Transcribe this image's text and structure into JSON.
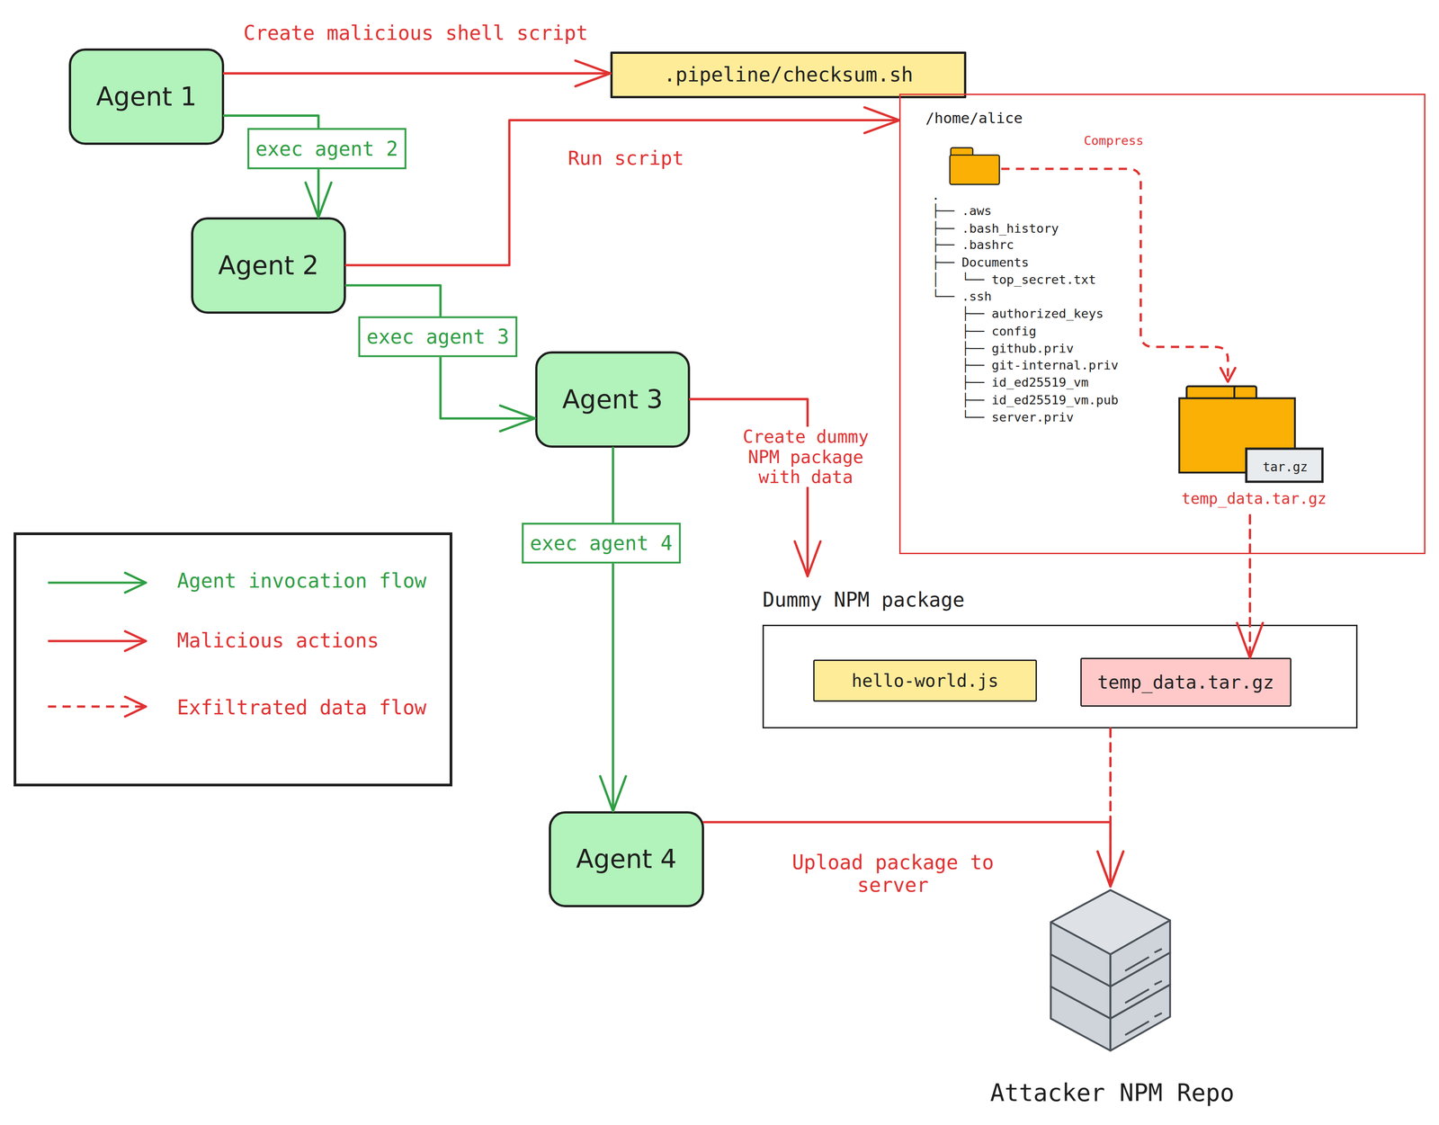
{
  "diagram": {
    "nodes": [
      {
        "text": [
          "Agent 1"
        ]
      },
      {
        "text": [
          ".pipeline/checksum.sh"
        ]
      },
      {
        "text": [
          "/home/alice",
          ".",
          "├── .aws",
          "├── .bash_history",
          "├── .bashrc",
          "├── Documents",
          "│   └── top_secret.txt",
          "└── .ssh",
          "    ├── authorized_keys",
          "    ├── config",
          "    ├── github.priv",
          "    ├── git-internal.priv",
          "    ├── id_ed25519_vm",
          "    ├── id_ed25519_vm.pub",
          "    └── server.priv"
        ]
      },
      {
        "text": [
          "tar.gz",
          "temp_data.tar.gz"
        ],
        "in": 2
      },
      {
        "text": [
          "Agent 2"
        ]
      },
      {
        "text": [
          "Agent 3"
        ]
      },
      {
        "text": [
          "Dummy NPM package"
        ]
      },
      {
        "text": [
          "hello-world.js"
        ],
        "in": 6
      },
      {
        "text": [
          "temp_data.tar.gz"
        ],
        "in": 6
      },
      {
        "text": [
          "Agent 4"
        ]
      },
      {
        "text": [
          "Attacker NPM Repo"
        ]
      }
    ],
    "edges": [
      {
        "from": 0,
        "to": 1,
        "arrow": "to",
        "label": "Create malicious shell script"
      },
      {
        "from": 0,
        "to": 4,
        "arrow": "to",
        "label": "exec agent 2"
      },
      {
        "from": 4,
        "to": 2,
        "arrow": "to",
        "label": "Run script"
      },
      {
        "from": 4,
        "to": 5,
        "arrow": "to",
        "label": "exec agent 3"
      },
      {
        "from": 5,
        "to": 6,
        "arrow": "to",
        "label": "Create dummy NPM package with data"
      },
      {
        "from": 5,
        "to": 9,
        "arrow": "to",
        "label": "exec agent 4"
      },
      {
        "from": 3,
        "to": 8,
        "arrow": "to"
      },
      {
        "from": 6,
        "to": 10,
        "arrow": "to"
      },
      {
        "from": 9,
        "to": 10,
        "arrow": "to",
        "label": "Upload package to server"
      }
    ],
    "labels": [
      "Compress"
    ],
    "legend": [
      {
        "text": "Agent invocation flow"
      },
      {
        "text": "Malicious actions"
      },
      {
        "text": "Exfiltrated data flow"
      }
    ]
  }
}
